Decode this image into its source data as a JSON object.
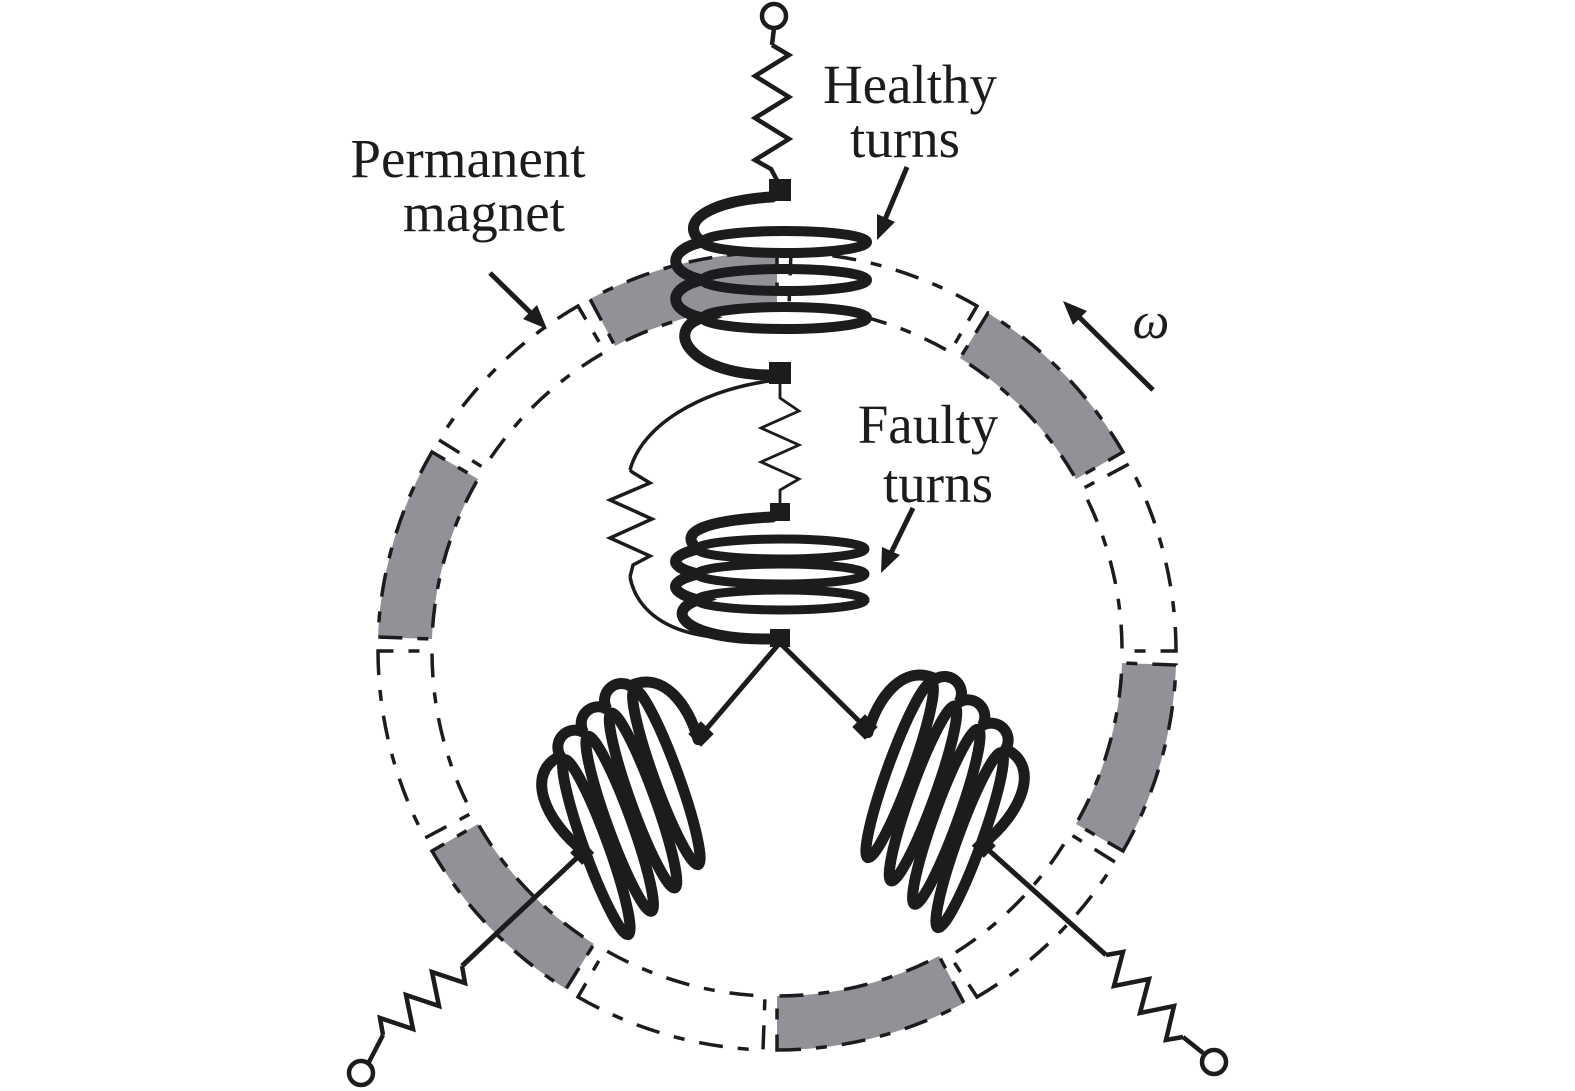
{
  "labels": {
    "permanent_magnet": {
      "line1": "Permanent",
      "line2": "magnet"
    },
    "healthy_turns": {
      "line1": "Healthy",
      "line2": "turns"
    },
    "faulty_turns": {
      "line1": "Faulty",
      "line2": "turns"
    },
    "rotation_symbol": "ω"
  },
  "colors": {
    "ink": "#1c1c1e",
    "magnet_gray": "#909298",
    "background": "#ffffff"
  }
}
